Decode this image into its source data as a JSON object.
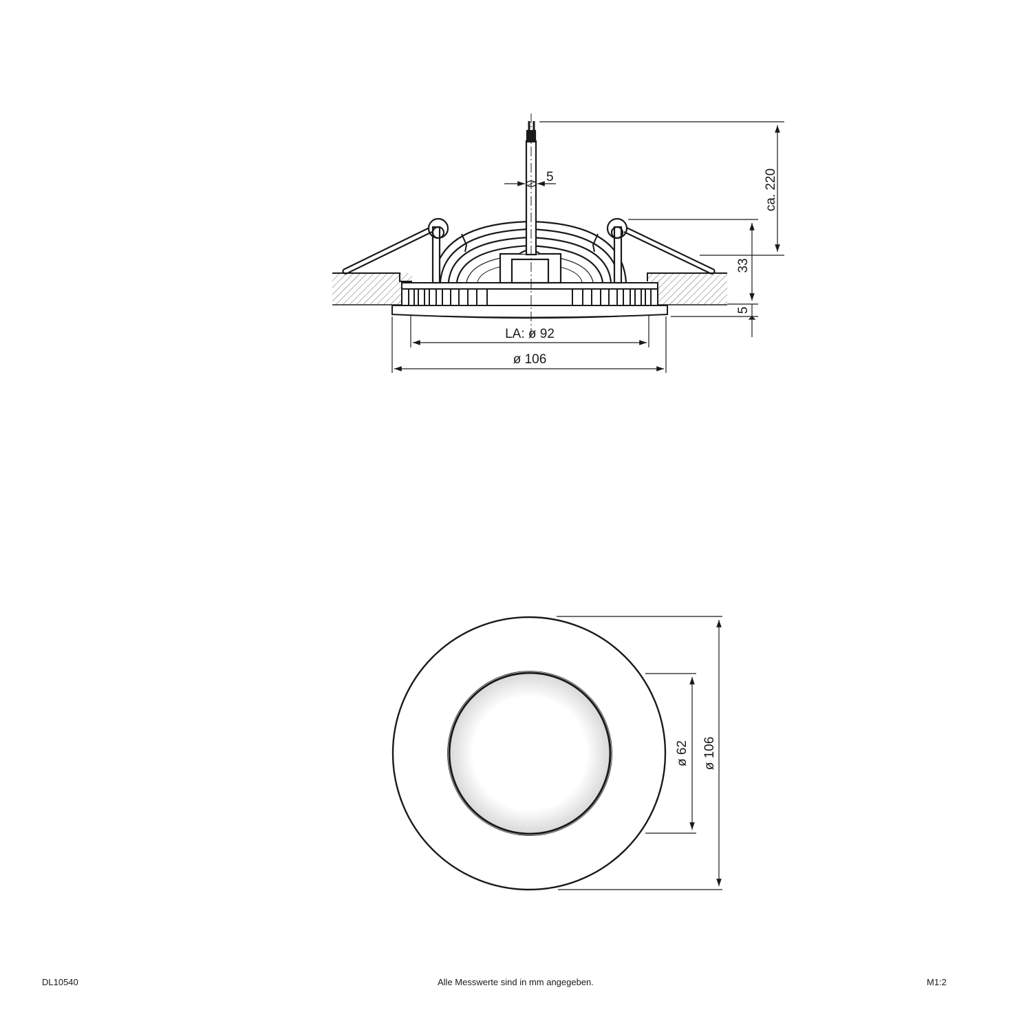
{
  "side_view": {
    "dimensions": {
      "cable_diameter": "5",
      "cable_length": "ca. 220",
      "height_above_ceiling": "33",
      "flange_height": "5",
      "cutout_diameter": "LA: ø 92",
      "outer_diameter": "ø 106"
    }
  },
  "top_view": {
    "dimensions": {
      "inner_diameter": "ø 62",
      "outer_diameter": "ø 106"
    }
  },
  "footer": {
    "article_number": "DL10540",
    "note": "Alle Messwerte sind in mm angegeben.",
    "scale": "M1:2"
  },
  "colors": {
    "line": "#1a1a1a",
    "hatch": "#555555",
    "background": "#ffffff"
  }
}
